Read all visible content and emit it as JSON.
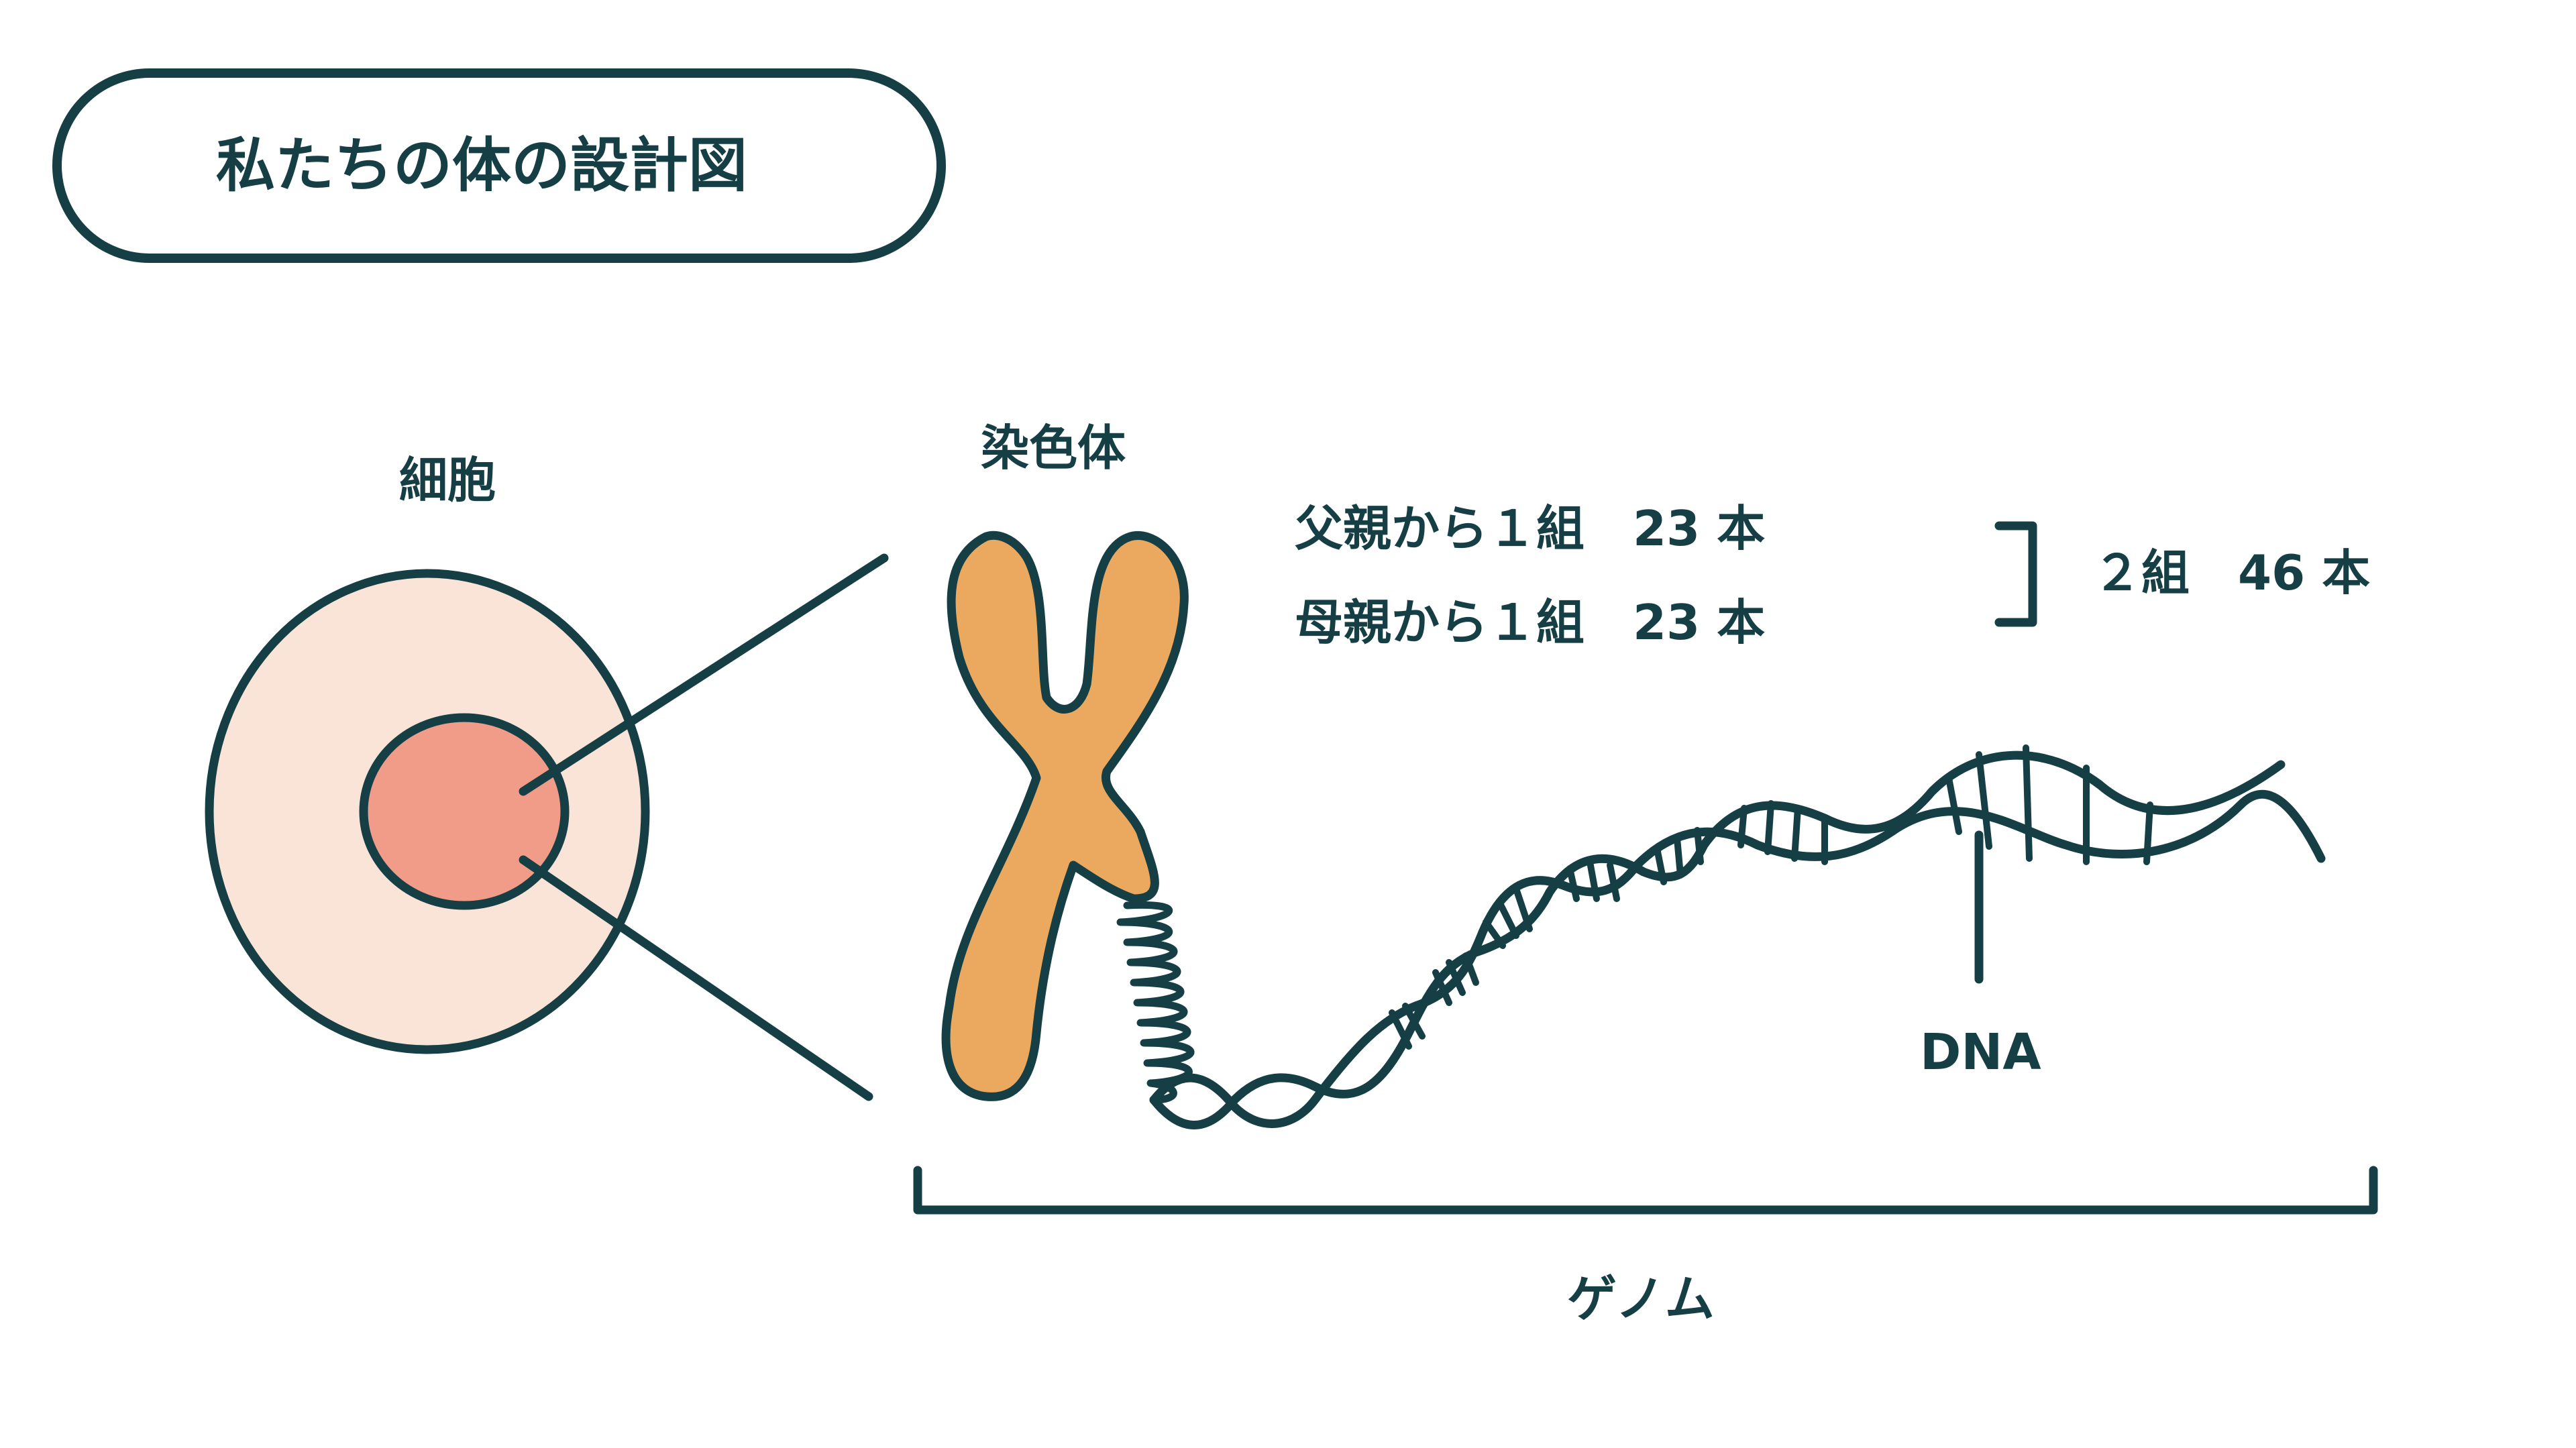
{
  "title": "私たちの体の設計図",
  "labels": {
    "cell": "細胞",
    "chromosome": "染色体",
    "from_father": "父親から１組　23 本",
    "from_mother": "母親から１組　23 本",
    "total": "２組　46 本",
    "dna": "DNA",
    "genome": "ゲノム"
  },
  "colors": {
    "outline": "#153f45",
    "cell_body": "#fae3d7",
    "nucleus": "#f09c88",
    "chromosome": "#eaa95e",
    "background": "#ffffff"
  }
}
